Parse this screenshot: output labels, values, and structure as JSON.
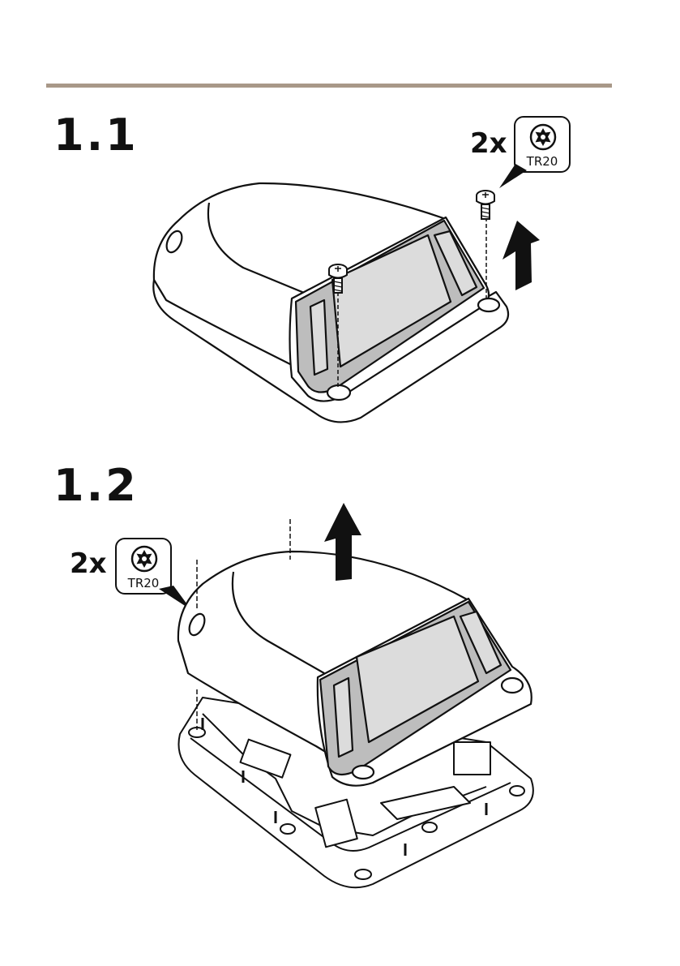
{
  "steps": [
    {
      "number": "1.1",
      "quantity": "2x",
      "tool": {
        "label": "TR20",
        "icon": "torx-icon"
      }
    },
    {
      "number": "1.2",
      "quantity": "2x",
      "tool": {
        "label": "TR20",
        "icon": "torx-icon"
      }
    }
  ],
  "colors": {
    "rule": "#a89888",
    "line": "#111111",
    "window": "#dcdcdc",
    "lens": "#c8c8c8"
  }
}
